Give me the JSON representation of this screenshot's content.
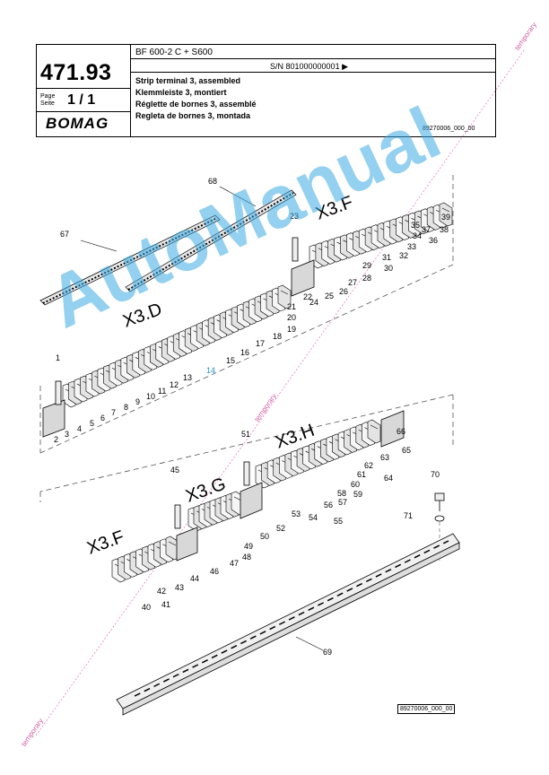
{
  "header": {
    "model": "BF 600-2 C + S600",
    "serial": "S/N 801000000001  ▶",
    "part_number": "471.93",
    "page_label_1": "Page",
    "page_label_2": "Seite",
    "page_value": "1  /  1",
    "brand": "BOMAG",
    "desc_en": "Strip terminal 3, assembled",
    "desc_de": "Klemmleiste 3, montiert",
    "desc_fr": "Réglette de bornes 3, assemblé",
    "desc_es": "Regleta de bornes 3, montada",
    "doc_id": "89270006_000_00"
  },
  "groups": {
    "x3d": "X3.D",
    "x3f_top": "X3.F",
    "x3h": "X3.H",
    "x3g": "X3.G",
    "x3f_bottom": "X3.F"
  },
  "callouts": [
    "1",
    "2",
    "3",
    "4",
    "5",
    "6",
    "7",
    "8",
    "9",
    "10",
    "11",
    "12",
    "13",
    "14",
    "15",
    "16",
    "17",
    "18",
    "19",
    "20",
    "21",
    "22",
    "23",
    "24",
    "25",
    "26",
    "27",
    "28",
    "29",
    "30",
    "31",
    "32",
    "33",
    "34",
    "35",
    "36",
    "37",
    "38",
    "39",
    "40",
    "41",
    "42",
    "43",
    "44",
    "45",
    "46",
    "47",
    "48",
    "49",
    "50",
    "51",
    "52",
    "53",
    "54",
    "55",
    "56",
    "57",
    "58",
    "59",
    "60",
    "61",
    "62",
    "63",
    "64",
    "65",
    "66",
    "67",
    "68",
    "69",
    "70",
    "71"
  ],
  "watermark": "AutoManual",
  "stamp_text": "temporary",
  "drawing_id": "89270006_000_00"
}
